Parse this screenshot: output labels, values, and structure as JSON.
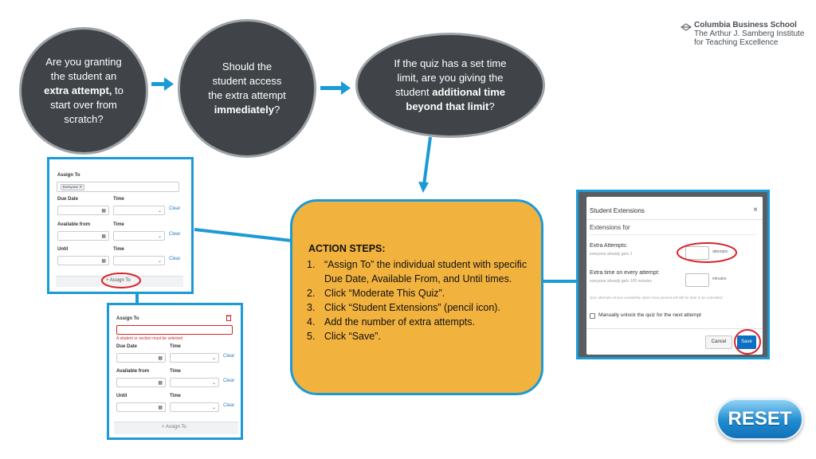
{
  "logo": {
    "line1": "Columbia Business School",
    "line2": "The Arthur J. Samberg Institute",
    "line3": "for Teaching Excellence"
  },
  "questions": {
    "q1": {
      "pre": "Are you granting the student an ",
      "bold1": "extra attempt,",
      "post": " to start over from scratch?"
    },
    "q2": {
      "pre": "Should the student access the extra attempt ",
      "bold1": "immediately",
      "post": "?"
    },
    "q3": {
      "pre": "If the quiz has a set time limit, are you giving the student ",
      "bold1": "additional time beyond that limit",
      "post": "?"
    }
  },
  "action": {
    "title": "ACTION STEPS:",
    "steps": [
      {
        "num": "1.",
        "text": "“Assign To” the individual student with specific Due Date, Available From, and Until times."
      },
      {
        "num": "2.",
        "text": "Click “Moderate This Quiz”."
      },
      {
        "num": "3.",
        "text": "Click “Student Extensions” (pencil icon)."
      },
      {
        "num": "4.",
        "text": "Add the number of extra attempts."
      },
      {
        "num": "5.",
        "text": "Click “Save”."
      }
    ]
  },
  "assign1": {
    "assign_to": "Assign To",
    "chip": "Everyone",
    "due_date": "Due Date",
    "time": "Time",
    "available_from": "Available from",
    "until": "Until",
    "clear": "Clear",
    "add_button": "+ Assign To"
  },
  "assign2": {
    "assign_to": "Assign To",
    "error": "A student or section must be selected",
    "due_date": "Due Date",
    "time": "Time",
    "available_from": "Available from",
    "until": "Until",
    "clear": "Clear",
    "add_button": "+ Assign To"
  },
  "dialog": {
    "title": "Student Extensions",
    "close": "×",
    "for": "Extensions for",
    "extra_attempts": "Extra Attempts:",
    "extra_attempts_sub": "everyone already gets 1",
    "attempts_unit": "attempts",
    "extra_time": "Extra time on every attempt:",
    "extra_time_sub": "everyone already gets 105 minutes",
    "minutes_unit": "minutes",
    "note": "Quiz attempts whose availability dates have passed will still be able to be submitted",
    "checkbox": "Manually unlock the quiz for the next attempt",
    "cancel": "Cancel",
    "save": "Save"
  },
  "reset": {
    "label": "RESET"
  },
  "colors": {
    "accent_blue": "#1c9ad6",
    "circle_fill": "#404448",
    "action_fill": "#f2b23e",
    "red_annotation": "#d8232a"
  }
}
